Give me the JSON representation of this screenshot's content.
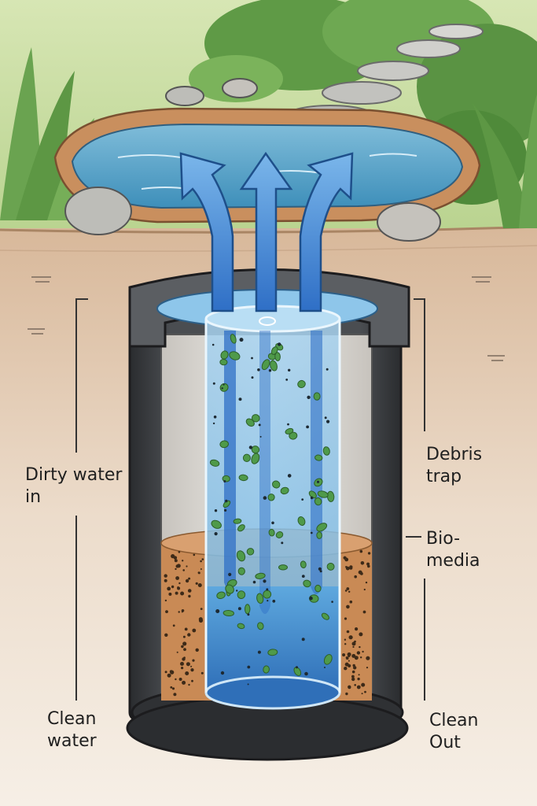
{
  "labels": {
    "dirty_water_in": [
      "Dirty water",
      "in"
    ],
    "debris_trap": [
      "Debris",
      "trap"
    ],
    "bio_media": [
      "Bio-",
      "media"
    ],
    "clean_water": [
      "Clean",
      "water"
    ],
    "clean_out": [
      "Clean",
      "Out"
    ]
  },
  "colors": {
    "water": "#4f9fd6",
    "water_dark": "#2f6fb8",
    "arrow": "#4e8fd8",
    "soil": "#e9d9c8",
    "biomedia": "#c98a55",
    "algae": "#4f9a4a",
    "housing": "#3b3d40"
  }
}
